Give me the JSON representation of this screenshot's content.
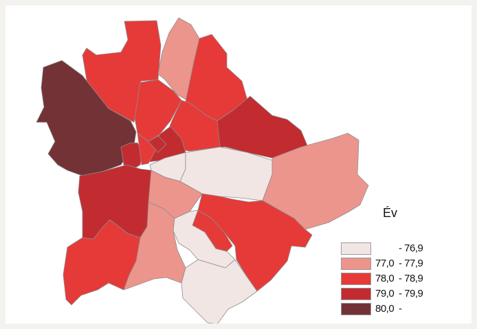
{
  "legend": {
    "title": "Év",
    "classes": [
      {
        "from": "",
        "to": "- 76,9",
        "color": "#f1e6e4"
      },
      {
        "from": "77,0",
        "to": "- 77,9",
        "color": "#ec958d"
      },
      {
        "from": "78,0",
        "to": "- 78,9",
        "color": "#e63a38"
      },
      {
        "from": "79,0",
        "to": "- 79,9",
        "color": "#c22c30"
      },
      {
        "from": "80,0",
        "to": "-",
        "color": "#733236"
      }
    ]
  },
  "districts": [
    {
      "id": "north-top",
      "class": 2
    },
    {
      "id": "north-mid",
      "class": 1
    },
    {
      "id": "north-east-top",
      "class": 2
    },
    {
      "id": "north-west",
      "class": 2
    },
    {
      "id": "north-center",
      "class": 2
    },
    {
      "id": "west",
      "class": 4
    },
    {
      "id": "east-a",
      "class": 3
    },
    {
      "id": "east-b",
      "class": 3
    },
    {
      "id": "center-a",
      "class": 3
    },
    {
      "id": "center-b",
      "class": 2
    },
    {
      "id": "center-c",
      "class": 3
    },
    {
      "id": "inner-center",
      "class": 0
    },
    {
      "id": "inner-right",
      "class": 0
    },
    {
      "id": "far-east",
      "class": 1
    },
    {
      "id": "south-west",
      "class": 3
    },
    {
      "id": "south-center",
      "class": 1
    },
    {
      "id": "south-mid",
      "class": 1
    },
    {
      "id": "south-east",
      "class": 2
    },
    {
      "id": "south-east-small",
      "class": 2
    },
    {
      "id": "south-mid-white",
      "class": 0
    },
    {
      "id": "south-bottom-white",
      "class": 0
    },
    {
      "id": "south-west-bottom",
      "class": 2
    }
  ]
}
